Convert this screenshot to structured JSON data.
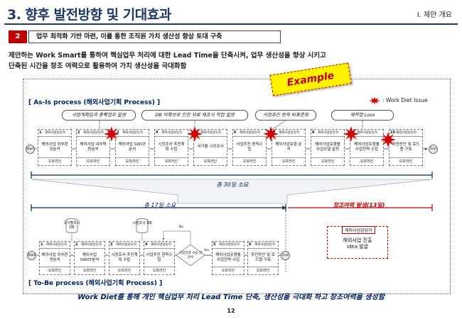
{
  "header": {
    "title": "3. 향후 발전방향 및 기대효과",
    "section": "I. 제안 개요"
  },
  "subheading": {
    "number": "2",
    "text": "업무 최적화 기반 마련, 이를 통한 조직원 가치 생산성 향상 토대 구축"
  },
  "intro": {
    "line1": "제안하는 Work Smart를 통하여 핵심업무 처리에 대한 Lead Time을 단축시켜, 업무 생산성을 향상 시키고",
    "line2": "단축된 시간을 창조 여력으로 활용하여 가치 생산성을 극대화함"
  },
  "example_label": "Example",
  "legend": {
    "text": ": Work Diet Issue"
  },
  "asis": {
    "title": "[ As-Is process (해외사업기획 Process) ]",
    "callouts": [
      "사업계획입과 중복업무 발생",
      "DB 미확보로 인한 자료 재조사 작업 발생",
      "사업추진 원칙 비표준화",
      "재작업 Loss"
    ],
    "steps": [
      {
        "num": "1",
        "owner": "해외사업담당자",
        "name": "해외사업 외부환경분석",
        "tool": "오프라인"
      },
      {
        "num": "2",
        "owner": "해외사업담당자",
        "name": "해외사업 내부역량분석",
        "tool": "오프라인"
      },
      {
        "num": "3",
        "owner": "해외사업담당자",
        "name": "해외사업 SWOT분석",
        "tool": "오프라인"
      },
      {
        "num": "4",
        "owner": "해외사업담당자",
        "name": "시장조사 추진계획 수립",
        "tool": "오프라인"
      },
      {
        "num": "5",
        "owner": "해외사업담당자",
        "name": "국가별 시장조사",
        "tool": "오프라인"
      },
      {
        "num": "6",
        "owner": "해외사업담당자",
        "name": "사업추진 원칙수립",
        "tool": "오프라인"
      },
      {
        "num": "7",
        "owner": "해외사업담당자",
        "name": "해외사업유형 분석",
        "tool": "오프라인"
      },
      {
        "num": "8",
        "owner": "해외사업담당자",
        "name": "해외사업유형별 사업모델 설정",
        "tool": "오프라인"
      },
      {
        "num": "9",
        "owner": "해외사업담당자",
        "name": "해외사업유형별 사업전략 수립",
        "tool": "오프라인"
      },
      {
        "num": "10",
        "owner": "해외사업담당자",
        "name": "추진방안 및 로드맵 구축",
        "tool": "오프라인"
      }
    ],
    "start": "Start",
    "end": "End",
    "total": "총 30일 소요"
  },
  "tobe": {
    "title": "[ To-Be process (해외사업기획 Process) ]",
    "total": "총 17일 소요",
    "spare_time": "창조여력 발생(13일)",
    "db1": "국가별조사 DB",
    "db2": "시장조사 DB",
    "decision": "사업전략 수립 지원서",
    "no_label": "No",
    "yes_label": "Yes",
    "steps": [
      {
        "num": "1",
        "owner": "해외사업담당자",
        "name": "해외사업 외부환경분석",
        "tool": "오프라인"
      },
      {
        "num": "2",
        "owner": "해외사업담당자",
        "name": "해외사업 SWOT분석",
        "tool": "오프라인"
      },
      {
        "num": "3",
        "owner": "해외사업담당자",
        "name": "시장조사 추진계획 수립",
        "tool": "오프라인"
      },
      {
        "num": "4",
        "owner": "해외사업담당자",
        "name": "사업추진 원칙수립",
        "tool": "오프라인"
      },
      {
        "num": "5",
        "owner": "해외사업담당자",
        "name": "해외사업유형별 사업전략 수립",
        "tool": "오프라인"
      },
      {
        "num": "6",
        "owner": "해외사업담당자",
        "name": "추진방안 및 로드맵 구축",
        "tool": "오프라인"
      }
    ],
    "start": "Start",
    "end": "End",
    "spare_box": {
      "tag": "해외사업담당자",
      "line1": "해외사업 진출",
      "line2": "Idea 발굴"
    }
  },
  "summary": "Work Diet를 통해 개인 핵심업무 처리 Lead Time 단축, 생산성을 극대화 하고 창조여력을 생성함",
  "page_number": "12"
}
